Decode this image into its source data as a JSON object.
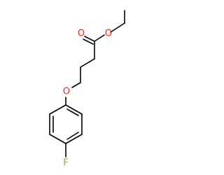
{
  "molecule": {
    "colors": {
      "bond": "#000000",
      "oxygen": "#e8311a",
      "fluorine": "#88b14d"
    },
    "atoms": {
      "carbonyl_oxygen": {
        "label": "O",
        "element": "oxygen"
      },
      "ester_oxygen": {
        "label": "O",
        "element": "oxygen"
      },
      "ether_oxygen": {
        "label": "O",
        "element": "oxygen"
      },
      "fluorine": {
        "label": "F",
        "element": "fluorine"
      }
    }
  }
}
